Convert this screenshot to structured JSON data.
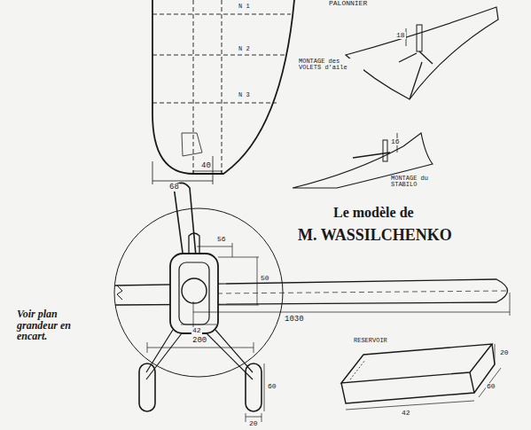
{
  "diagram": {
    "labels": [
      "PALONNIER",
      "N 1",
      "N 2",
      "N 3",
      "MONTAGE des VOLETS d'aile",
      "18",
      "16",
      "MONTAGE du STABILO",
      "68",
      "40",
      "Le modèle de",
      "M. WASSILCHENKO",
      "Voir plan grandeur en encart.",
      "56",
      "50",
      "1030",
      "42",
      "200",
      "60",
      "20",
      "RESERVOIR",
      "20",
      "60",
      "42"
    ]
  }
}
